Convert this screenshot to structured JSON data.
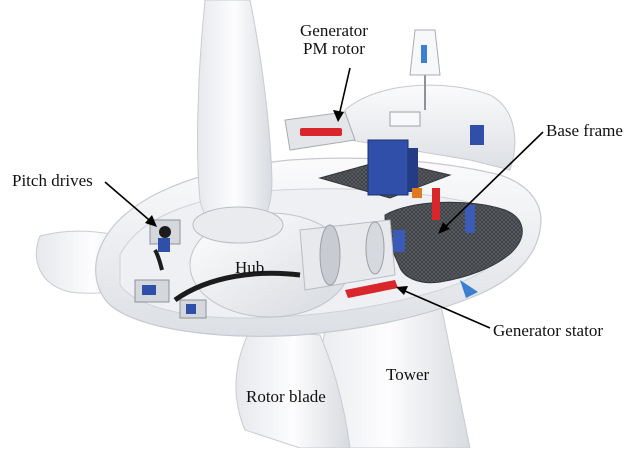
{
  "labels": {
    "generator_pm_rotor_line1": "Generator",
    "generator_pm_rotor_line2": "PM rotor",
    "base_frame": "Base frame",
    "pitch_drives": "Pitch drives",
    "hub": "Hub",
    "generator_stator": "Generator stator",
    "tower": "Tower",
    "rotor_blade": "Rotor blade"
  },
  "colors": {
    "housing": "#f2f3f5",
    "housing_shadow": "#d9dce2",
    "component_blue": "#2f4fa8",
    "component_red": "#d8262b",
    "deck_grating": "#4a4d52",
    "gear_ring": "#1c1c1c",
    "leader_line": "#000000",
    "accent_light_blue": "#3a7fd0"
  }
}
